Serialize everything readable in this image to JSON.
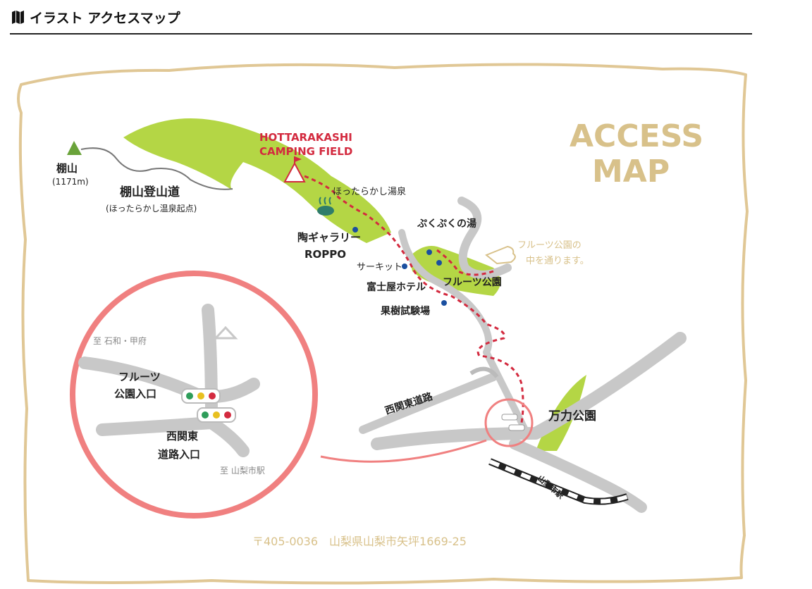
{
  "header": {
    "title": "イラスト アクセスマップ",
    "icon": "map-icon"
  },
  "map": {
    "access_map_title_line1": "ACCESS",
    "access_map_title_line2": "MAP",
    "camp_name_line1": "HOTTARAKASHI",
    "camp_name_line2": "CAMPING FIELD",
    "mountain_name": "棚山",
    "mountain_height": "(1171m)",
    "trail_name": "棚山登山道",
    "trail_note": "(ほったらかし温泉起点)",
    "onsen": "ほったらかし湯泉",
    "gallery_line1": "陶ギャラリー",
    "gallery_line2": "ROPPO",
    "pukupuku": "ぷくぷくの湯",
    "circuit": "サーキット",
    "hotel": "富士屋ホテル",
    "fruit_park": "フルーツ公園",
    "orchard": "果樹試験場",
    "fruit_note_line1": "フルーツ公園の",
    "fruit_note_line2": "中を通ります。",
    "road_nishikanto": "西関東道路",
    "mangetsu_park": "万力公園",
    "station": "山梨市駅",
    "inset_dir_top": "至 石和・甲府",
    "inset_fruit_entrance_line1": "フルーツ",
    "inset_fruit_entrance_line2": "公園入口",
    "inset_road_entrance_line1": "西関東",
    "inset_road_entrance_line2": "道路入口",
    "inset_dir_bottom": "至 山梨市駅",
    "address": "〒405-0036　山梨県山梨市矢坪1669-25"
  },
  "colors": {
    "parchment_border": "#e0c795",
    "green": "#b4d645",
    "road": "#c8c8c8",
    "route": "#d32a3f",
    "inset_circle": "#f08080",
    "label_tan": "#d8c18a",
    "pin": "#1a4fa0"
  }
}
